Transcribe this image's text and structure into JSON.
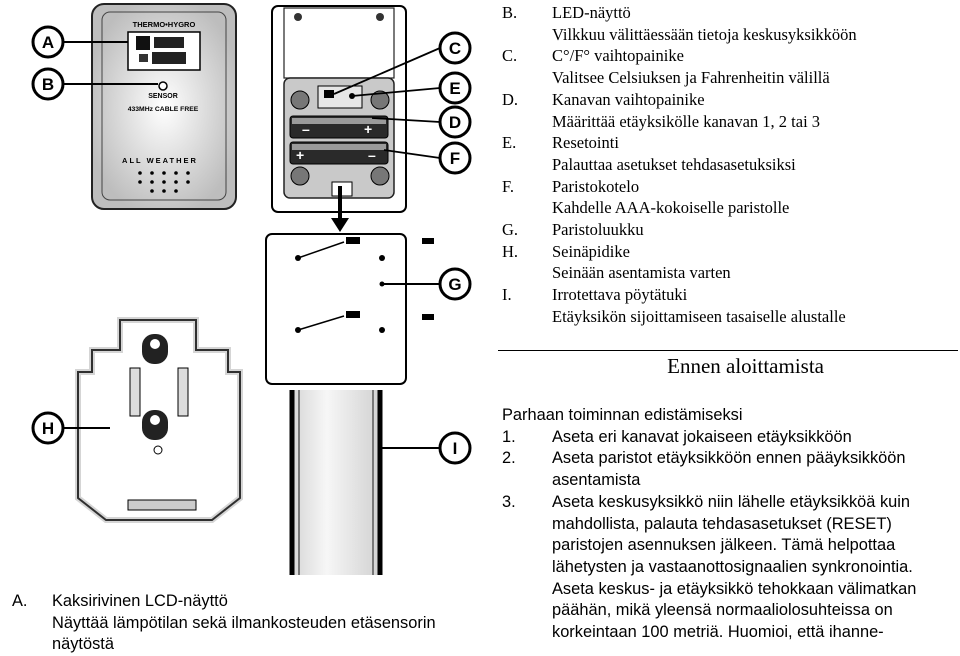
{
  "figure": {
    "callouts": [
      "A",
      "B",
      "C",
      "D",
      "E",
      "F",
      "G",
      "H",
      "I"
    ],
    "device_top_text": "THERMO•HYGRO",
    "device_sensor_text": "SENSOR",
    "device_rf_text": "433MHz CABLE FREE",
    "device_brand_text": "ALL WEATHER"
  },
  "parts_list": [
    {
      "letter": "B.",
      "title": "LED-näyttö",
      "desc": "Vilkkuu välittäessään tietoja keskusyksikköön"
    },
    {
      "letter": "C.",
      "title": "C°/F° vaihtopainike",
      "desc": "Valitsee Celsiuksen ja Fahrenheitin välillä"
    },
    {
      "letter": "D.",
      "title": "Kanavan vaihtopainike",
      "desc": "Määrittää etäyksikölle kanavan 1, 2 tai 3"
    },
    {
      "letter": "E.",
      "title": "Resetointi",
      "desc": "Palauttaa asetukset tehdasasetuksiksi"
    },
    {
      "letter": "F.",
      "title": "Paristokotelo",
      "desc": "Kahdelle AAA-kokoiselle paristolle"
    },
    {
      "letter": "G.",
      "title": "Paristoluukku",
      "desc": ""
    },
    {
      "letter": "H.",
      "title": "Seinäpidike",
      "desc": "Seinään asentamista varten"
    },
    {
      "letter": "I.",
      "title": "Irrotettava pöytätuki",
      "desc": "Etäyksikön sijoittamiseen tasaiselle alustalle"
    }
  ],
  "section": {
    "heading": "Ennen aloittamista",
    "intro": "Parhaan toiminnan edistämiseksi",
    "items": [
      {
        "num": "1.",
        "lines": [
          "Aseta eri kanavat jokaiseen etäyksikköön"
        ]
      },
      {
        "num": "2.",
        "lines": [
          "Aseta paristot etäyksikköön ennen pääyksikköön",
          "asentamista"
        ]
      },
      {
        "num": "3.",
        "lines": [
          "Aseta keskusyksikkö niin lähelle etäyksikköä kuin",
          "mahdollista, palauta tehdasasetukset (RESET)",
          "paristojen asennuksen jälkeen. Tämä helpottaa",
          "lähetysten ja vastaanottosignaalien synkronointia.",
          "Aseta keskus- ja etäyksikkö tehokkaan välimatkan",
          "päähän, mikä yleensä normaaliolosuhteissa on",
          "korkeintaan 100 metriä. Huomioi, että ihanne-"
        ]
      }
    ]
  },
  "item_a": {
    "num": "A.",
    "title": "Kaksirivinen LCD-näyttö",
    "lines": [
      "Näyttää lämpötilan sekä ilmankosteuden etäsensorin",
      "näytöstä"
    ]
  }
}
